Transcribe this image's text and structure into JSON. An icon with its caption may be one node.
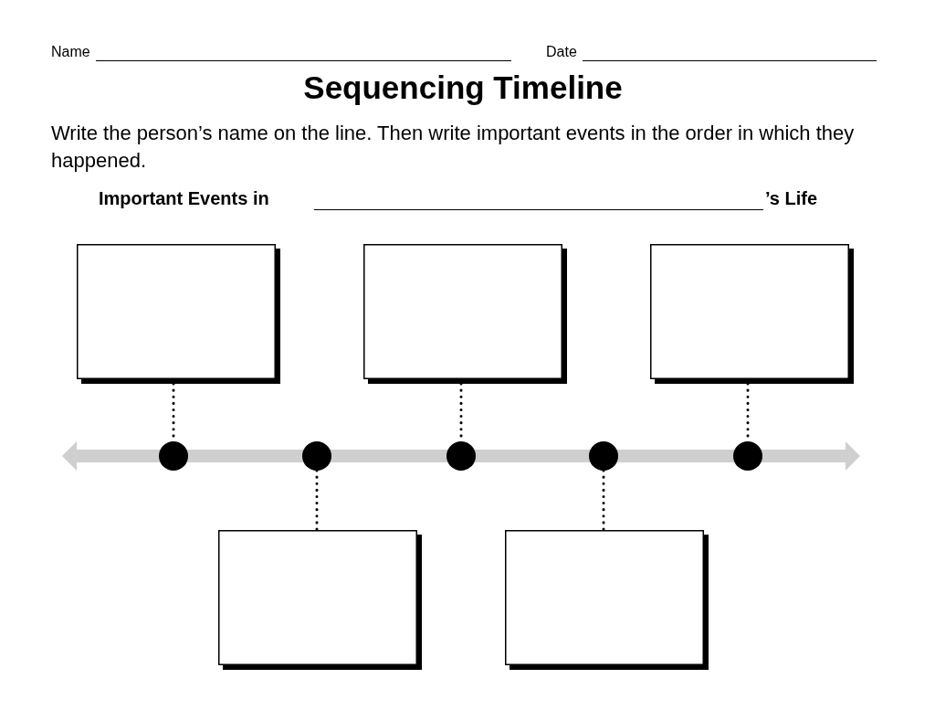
{
  "diagram": {
    "title": "Sequencing Timeline",
    "nodes": [
      {
        "text": [],
        "shape": "box"
      },
      {
        "text": [],
        "shape": "box"
      },
      {
        "text": [],
        "shape": "box"
      },
      {
        "text": [],
        "shape": "circle"
      },
      {
        "text": [],
        "shape": "circle"
      },
      {
        "text": [],
        "shape": "circle"
      },
      {
        "text": [],
        "shape": "circle"
      },
      {
        "text": [],
        "shape": "circle"
      },
      {
        "text": [],
        "shape": "box"
      },
      {
        "text": [],
        "shape": "box"
      }
    ],
    "edges": [
      {
        "from": 0,
        "to": 3,
        "arrow": "none",
        "style": "dashed"
      },
      {
        "from": 4,
        "to": 8,
        "arrow": "none",
        "style": "dashed"
      },
      {
        "from": 1,
        "to": 5,
        "arrow": "none",
        "style": "dashed"
      },
      {
        "from": 6,
        "to": 9,
        "arrow": "none",
        "style": "dashed"
      },
      {
        "from": 2,
        "to": 7,
        "arrow": "none",
        "style": "dashed"
      }
    ],
    "labels": [
      "Name",
      "Date",
      "Write the person’s name on the line. Then write important events in the order in which they happened.",
      "Important Events in",
      "’s Life"
    ]
  }
}
